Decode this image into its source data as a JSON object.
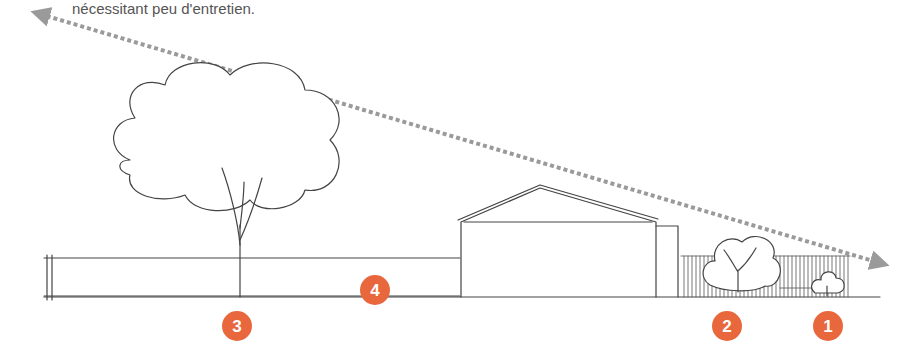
{
  "diagram": {
    "labels": [
      "nécessitant peu d'entretien.",
      "3",
      "4",
      "2",
      "1"
    ]
  }
}
